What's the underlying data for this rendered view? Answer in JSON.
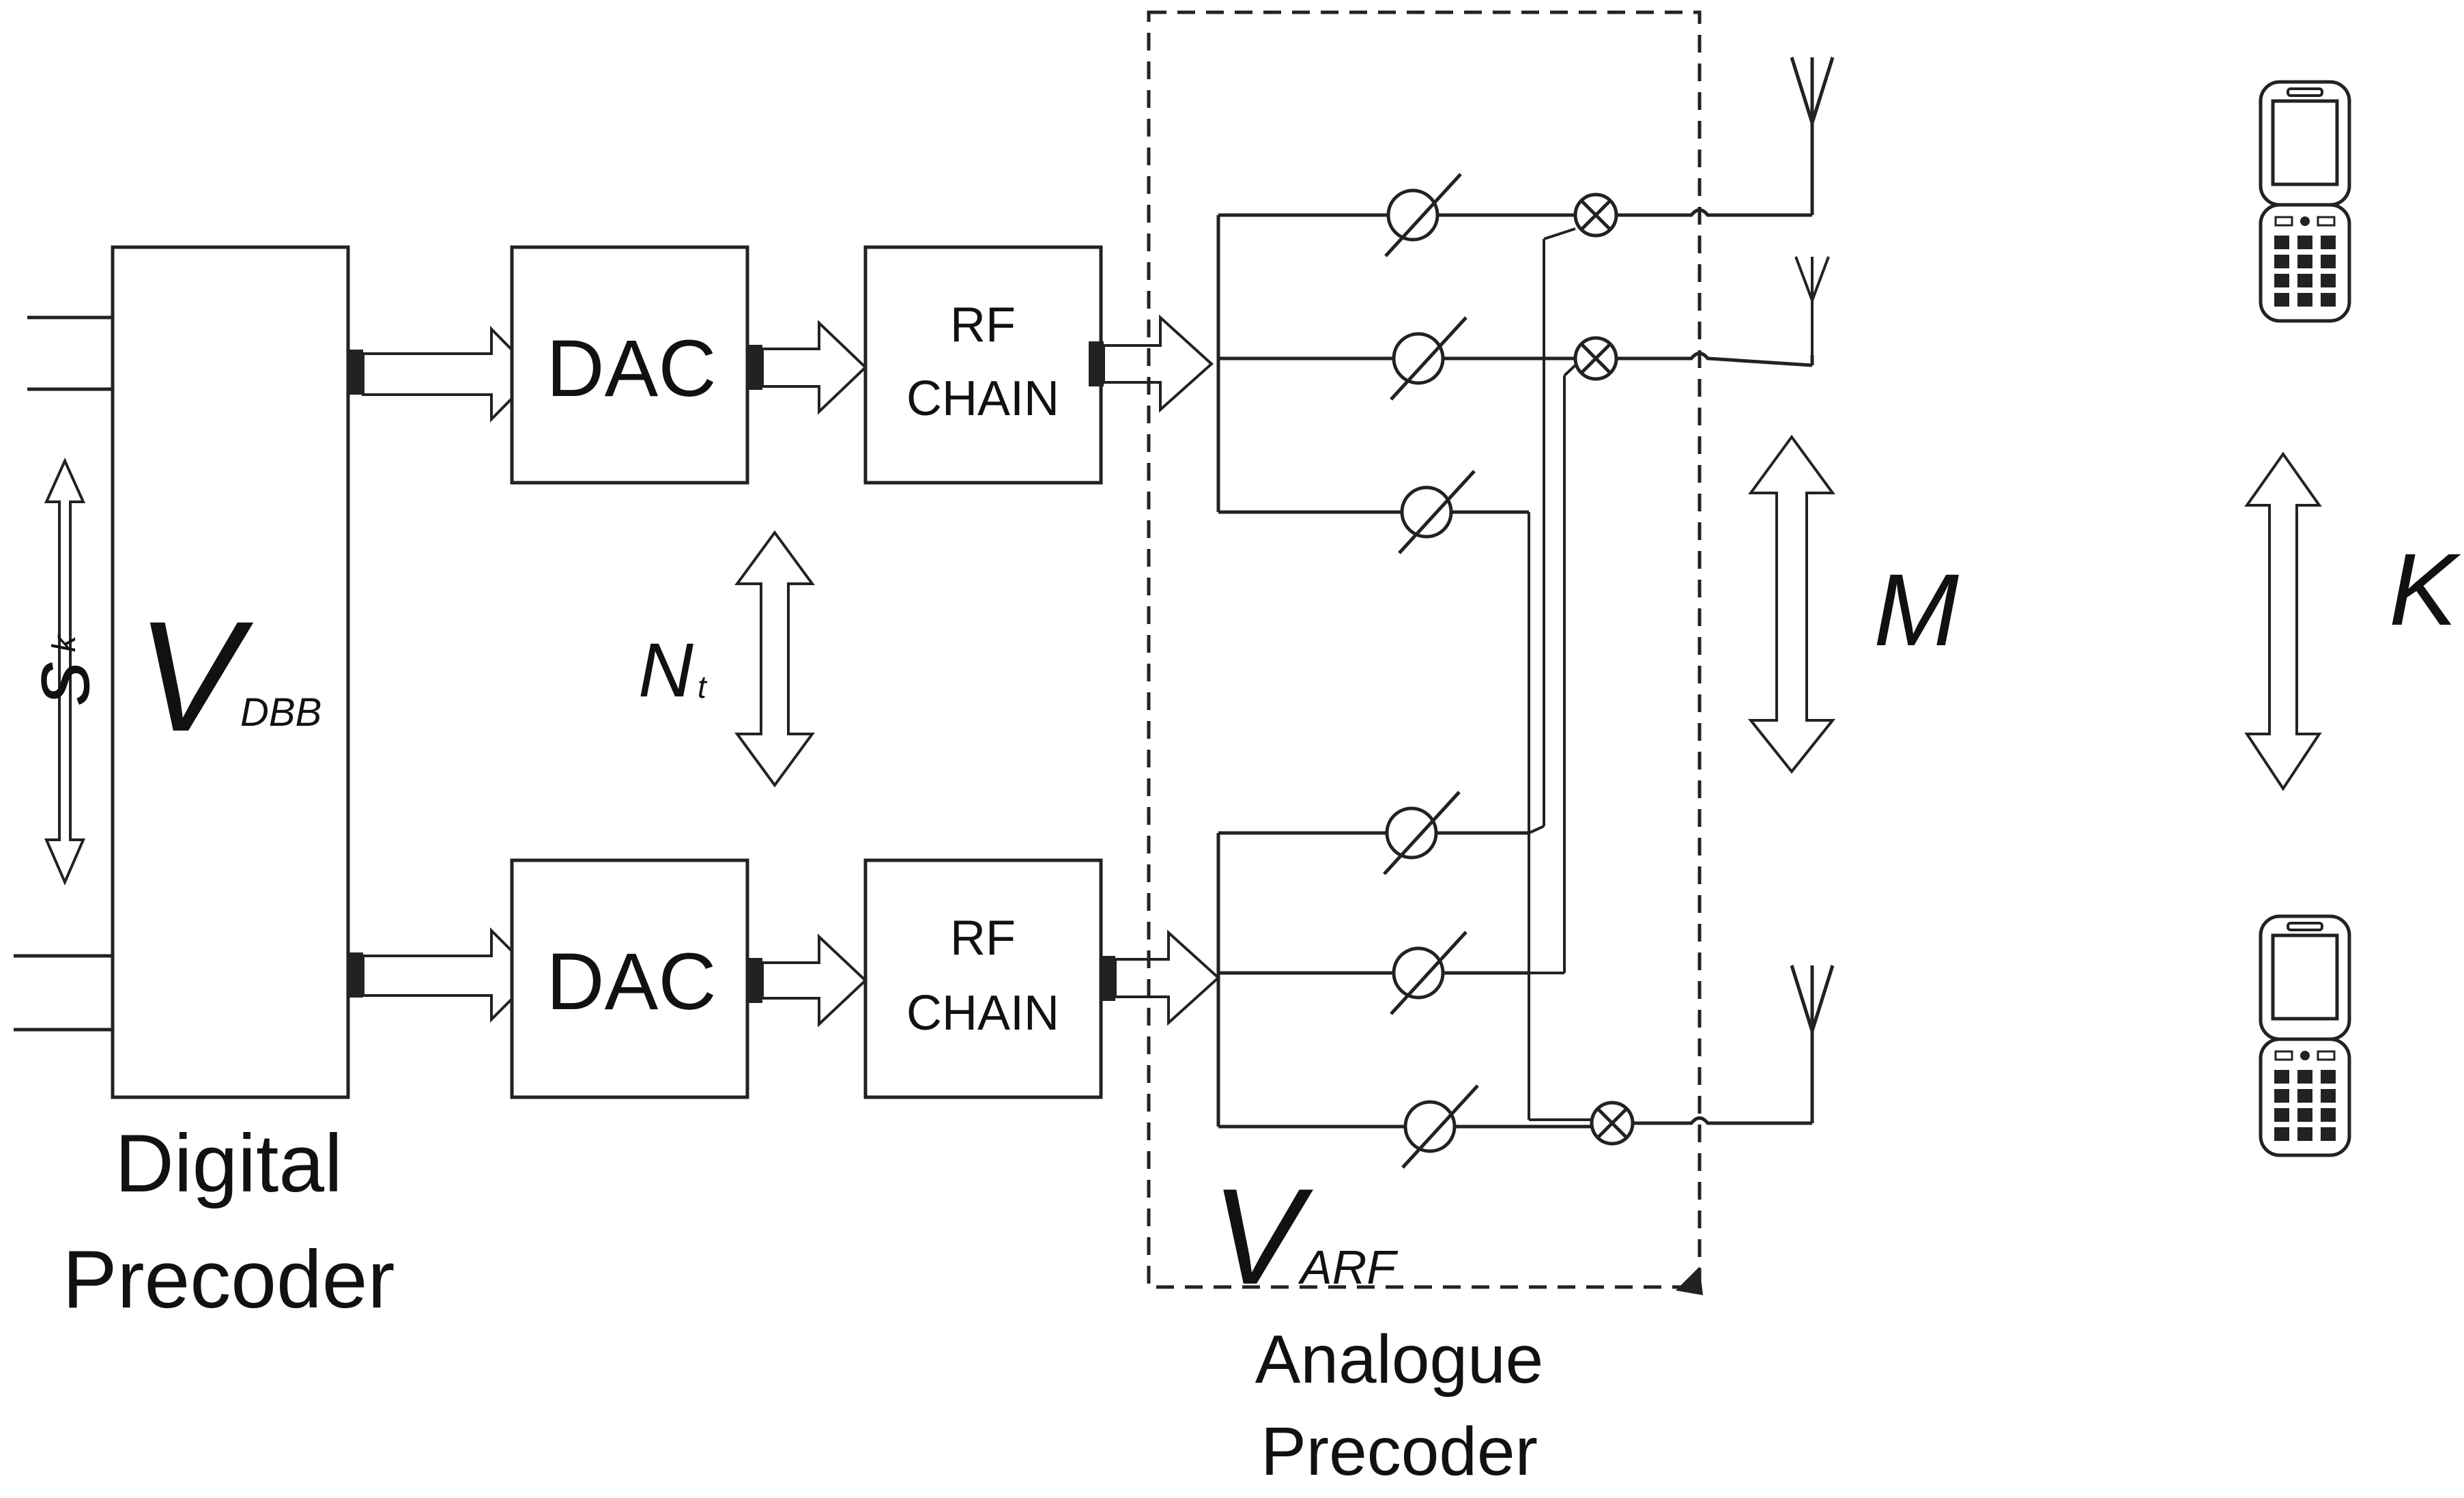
{
  "blocks": {
    "digital_precoder": {
      "symbol": "V",
      "subscript": "DBB",
      "caption_line1": "Digital",
      "caption_line2": "Precoder"
    },
    "dac_top": {
      "label": "DAC"
    },
    "dac_bottom": {
      "label": "DAC"
    },
    "rf_chain_top": {
      "line1": "RF",
      "line2": "CHAIN"
    },
    "rf_chain_bottom": {
      "line1": "RF",
      "line2": "CHAIN"
    },
    "analogue_precoder": {
      "symbol": "V",
      "subscript": "ARF",
      "caption_line1": "Analogue",
      "caption_line2": "Precoder"
    }
  },
  "labels": {
    "input_streams": "s",
    "input_streams_subscript": "k",
    "rf_chains_count": "N",
    "rf_chains_count_subscript": "t",
    "antennas_count": "M",
    "users_count": "K"
  },
  "icons": [
    "antenna-icon",
    "phase-shifter-icon",
    "adder-icon",
    "mobile-phone-icon"
  ]
}
